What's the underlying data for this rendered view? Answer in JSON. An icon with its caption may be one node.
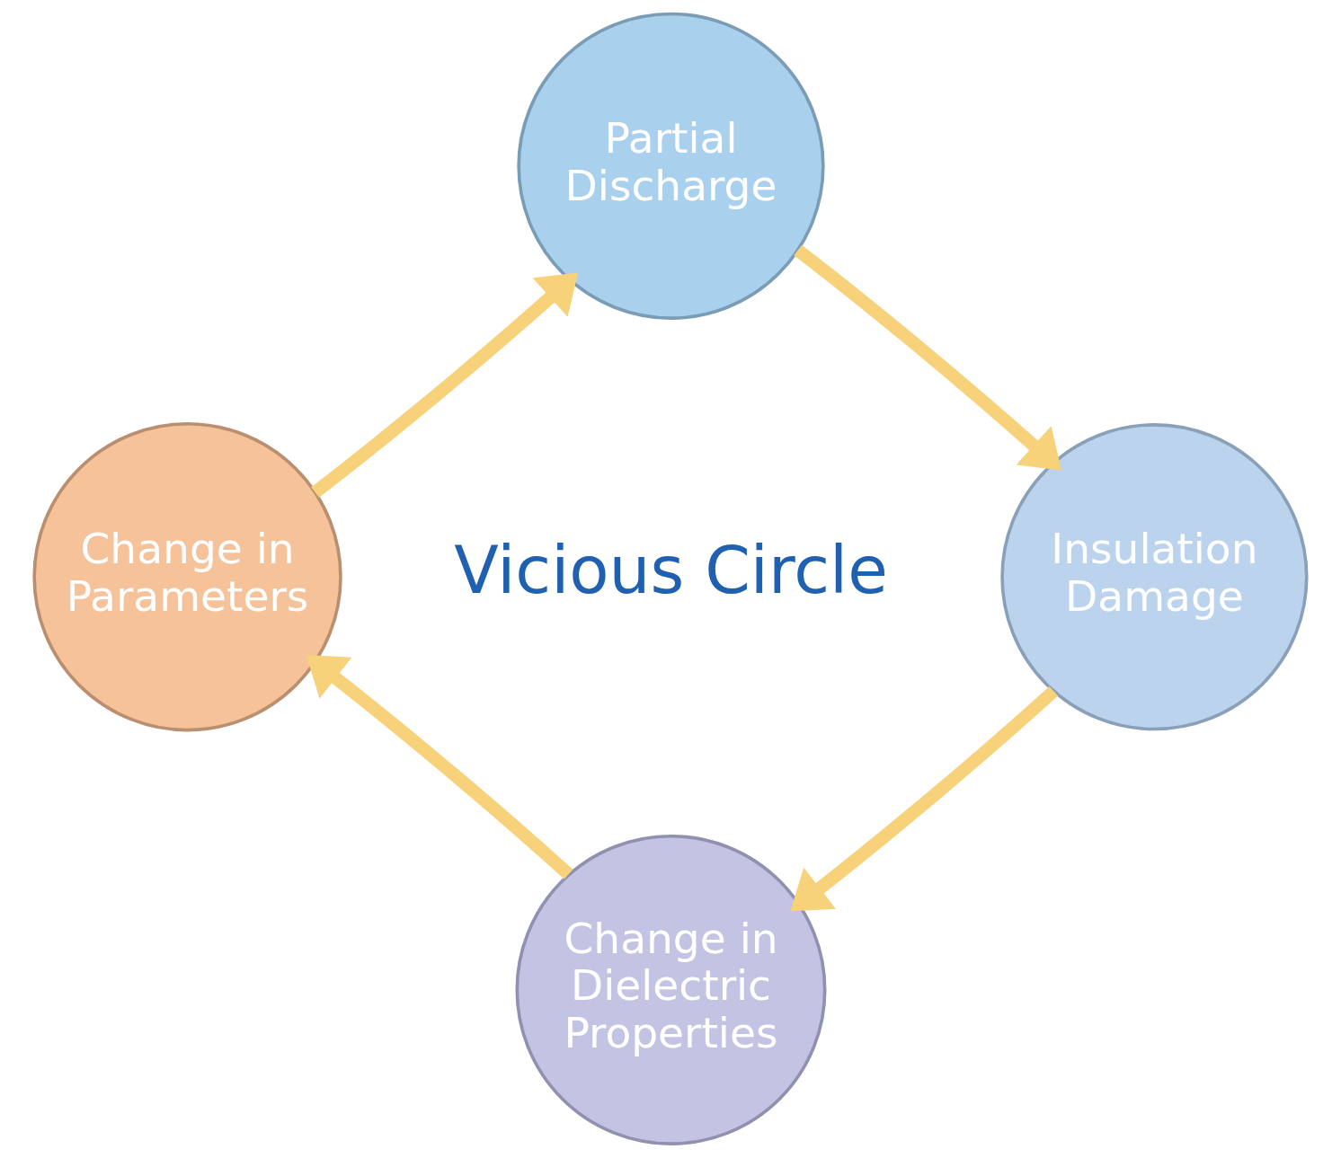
{
  "diagram": {
    "nodes": [
      {
        "text": [
          "Partial Discharge"
        ]
      },
      {
        "text": [
          "Insulation Damage"
        ]
      },
      {
        "text": [
          "Change in Dielectric Properties"
        ]
      },
      {
        "text": [
          "Change in Parameters"
        ]
      }
    ],
    "edges": [
      {
        "from": 0,
        "to": 1,
        "arrow": "to"
      },
      {
        "from": 1,
        "to": 2,
        "arrow": "to"
      },
      {
        "from": 2,
        "to": 3,
        "arrow": "to"
      },
      {
        "from": 3,
        "to": 0,
        "arrow": "to"
      }
    ],
    "labels": [
      "Vicious Circle"
    ]
  }
}
